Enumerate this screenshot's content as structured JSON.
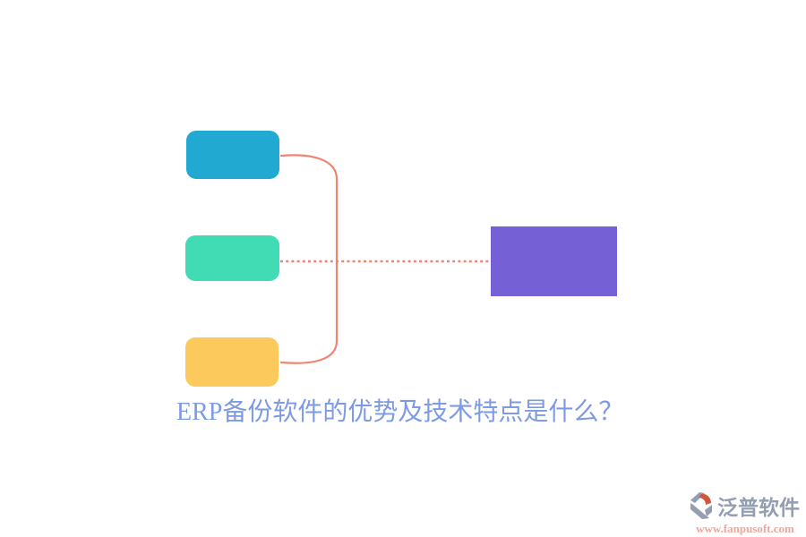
{
  "caption": {
    "text": "ERP备份软件的优势及技术特点是什么？",
    "color": "#7D9AE4"
  },
  "diagram": {
    "connector_color": "#EE8673",
    "nodes": {
      "top": {
        "id": "branch-top",
        "color": "#21A9D1"
      },
      "middle": {
        "id": "branch-middle",
        "color": "#41DBB4"
      },
      "bottom": {
        "id": "branch-bottom",
        "color": "#FCC95C"
      },
      "root": {
        "id": "root-node",
        "color": "#7560D5"
      }
    }
  },
  "watermark": {
    "brand": "泛普软件",
    "url": "www.fanpusoft.com",
    "brand_color": "#939EB1",
    "url_color": "#EFA79D",
    "icon": "fanpu-logo-icon",
    "icon_gray": "#939EB1",
    "icon_accent": "#D2563C"
  }
}
